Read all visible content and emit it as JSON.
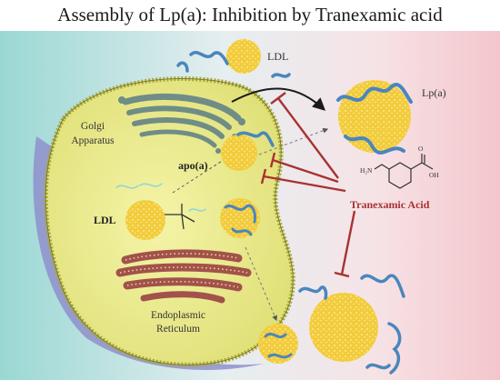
{
  "title": "Assembly of Lp(a): Inhibition by Tranexamic acid",
  "labels": {
    "ldl_top": "LDL",
    "lpa": "Lp(a)",
    "golgi_line1": "Golgi",
    "golgi_line2": "Apparatus",
    "apoa": "apo(a)",
    "ldl_inner": "LDL",
    "tranexamic": "Tranexamic Acid",
    "er_line1": "Endoplasmic",
    "er_line2": "Reticulum"
  },
  "molecule": {
    "amine": "H₂N",
    "carboxyl_o": "O",
    "carboxyl_oh": "OH"
  },
  "colors": {
    "cell_fill": "#ecec8c",
    "cell_edge": "#9a9a2a",
    "lipoprotein": "#f2cc3c",
    "apoa_strand": "#4a86bd",
    "inhibition": "#a83232",
    "er": "#a2524a",
    "golgi": "#6f8c86"
  }
}
